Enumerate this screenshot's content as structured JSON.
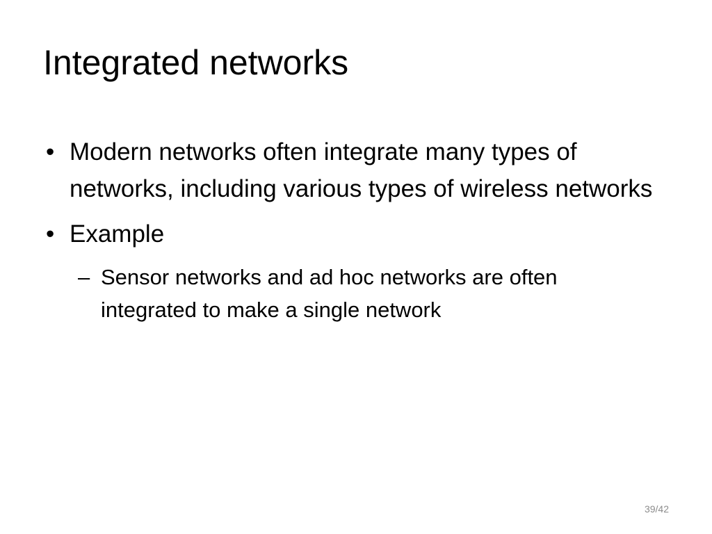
{
  "slide": {
    "title": "Integrated networks",
    "bullets": [
      {
        "marker": "•",
        "text": "Modern networks often integrate many types of networks, including various types of wireless networks"
      },
      {
        "marker": "•",
        "text": "Example",
        "sub": [
          {
            "marker": "–",
            "text": "Sensor networks and ad hoc networks are often integrated to make a single network"
          }
        ]
      }
    ],
    "page_number": "39/42"
  }
}
